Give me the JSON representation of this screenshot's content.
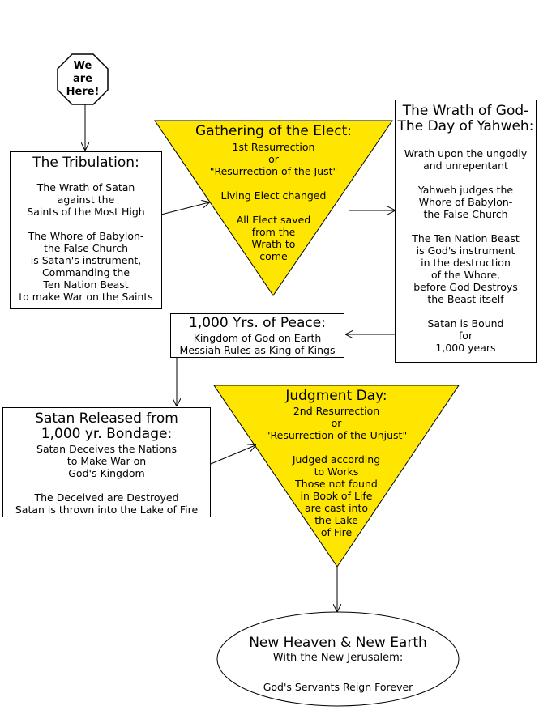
{
  "start": {
    "label": "We\nare\nHere!"
  },
  "tribulation": {
    "title": "The Tribulation:",
    "body": "The Wrath of Satan\nagainst the\nSaints of the Most High\n\nThe Whore of Babylon-\nthe False Church\nis Satan's instrument,\nCommanding the\nTen Nation Beast\nto make War on the Saints"
  },
  "gathering": {
    "title": "Gathering of the Elect:",
    "body": "1st Resurrection\nor\n\"Resurrection of the Just\"\n\nLiving Elect changed\n\nAll Elect saved\nfrom the\nWrath to\ncome"
  },
  "wrath": {
    "title": "The Wrath of God-\nThe Day of Yahweh:",
    "body": "Wrath upon the ungodly\nand unrepentant\n\nYahweh judges the\nWhore of Babylon-\nthe False Church\n\nThe Ten Nation Beast\nis God's instrument\nin the destruction\nof the Whore,\nbefore God Destroys\nthe Beast itself\n\nSatan is Bound\nfor\n1,000 years"
  },
  "peace": {
    "title": "1,000 Yrs. of Peace:",
    "body": "Kingdom of God on Earth\nMessiah Rules as King of Kings"
  },
  "released": {
    "title": "Satan Released from\n1,000 yr. Bondage:",
    "body": "Satan Deceives the Nations\nto Make War on\nGod's Kingdom\n\nThe Deceived are Destroyed\nSatan is thrown into the Lake of Fire"
  },
  "judgment": {
    "title": "Judgment Day:",
    "body": "2nd Resurrection\nor\n\"Resurrection of the Unjust\"\n\nJudged according\nto Works\nThose not found\nin Book of Life\nare cast into\nthe Lake\nof Fire"
  },
  "new_heaven": {
    "title": "New Heaven & New Earth",
    "subtitle": "With the New Jerusalem:",
    "body": "God's Servants Reign Forever"
  },
  "colors": {
    "triangle_fill": "#ffe600",
    "stroke": "#000000",
    "background": "#ffffff"
  }
}
